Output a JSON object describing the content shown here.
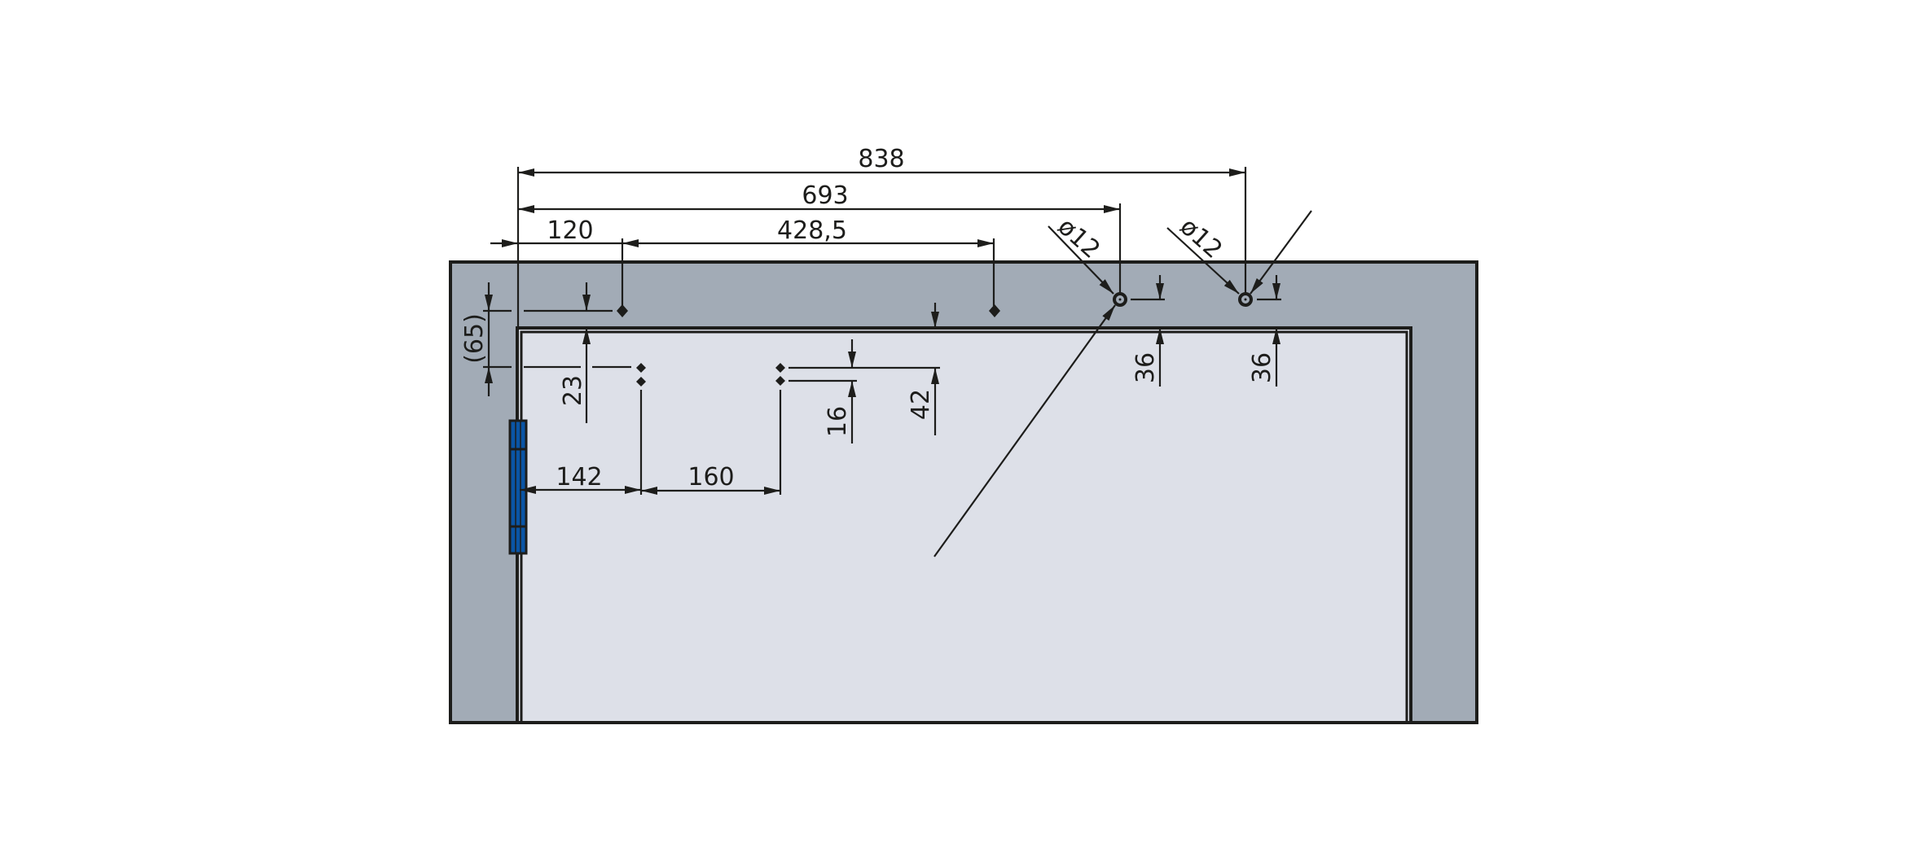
{
  "drawing": {
    "title": "Cabinet door hinge drilling diagram",
    "colors": {
      "frame_fill": "#a2abb6",
      "door_fill": "#dde0e8",
      "line": "#1d1d1b",
      "hinge": "#0a55a5"
    },
    "dimensions": {
      "overall_838": "838",
      "to_hole_693": "693",
      "offset_120": "120",
      "spacing_4285": "428,5",
      "hole_dia_1": "ø12",
      "hole_dia_2": "ø12",
      "offset_65": "(65)",
      "depth_23": "23",
      "depth_16": "16",
      "depth_42": "42",
      "depth_36_a": "36",
      "depth_36_b": "36",
      "horiz_142": "142",
      "horiz_160": "160"
    }
  }
}
